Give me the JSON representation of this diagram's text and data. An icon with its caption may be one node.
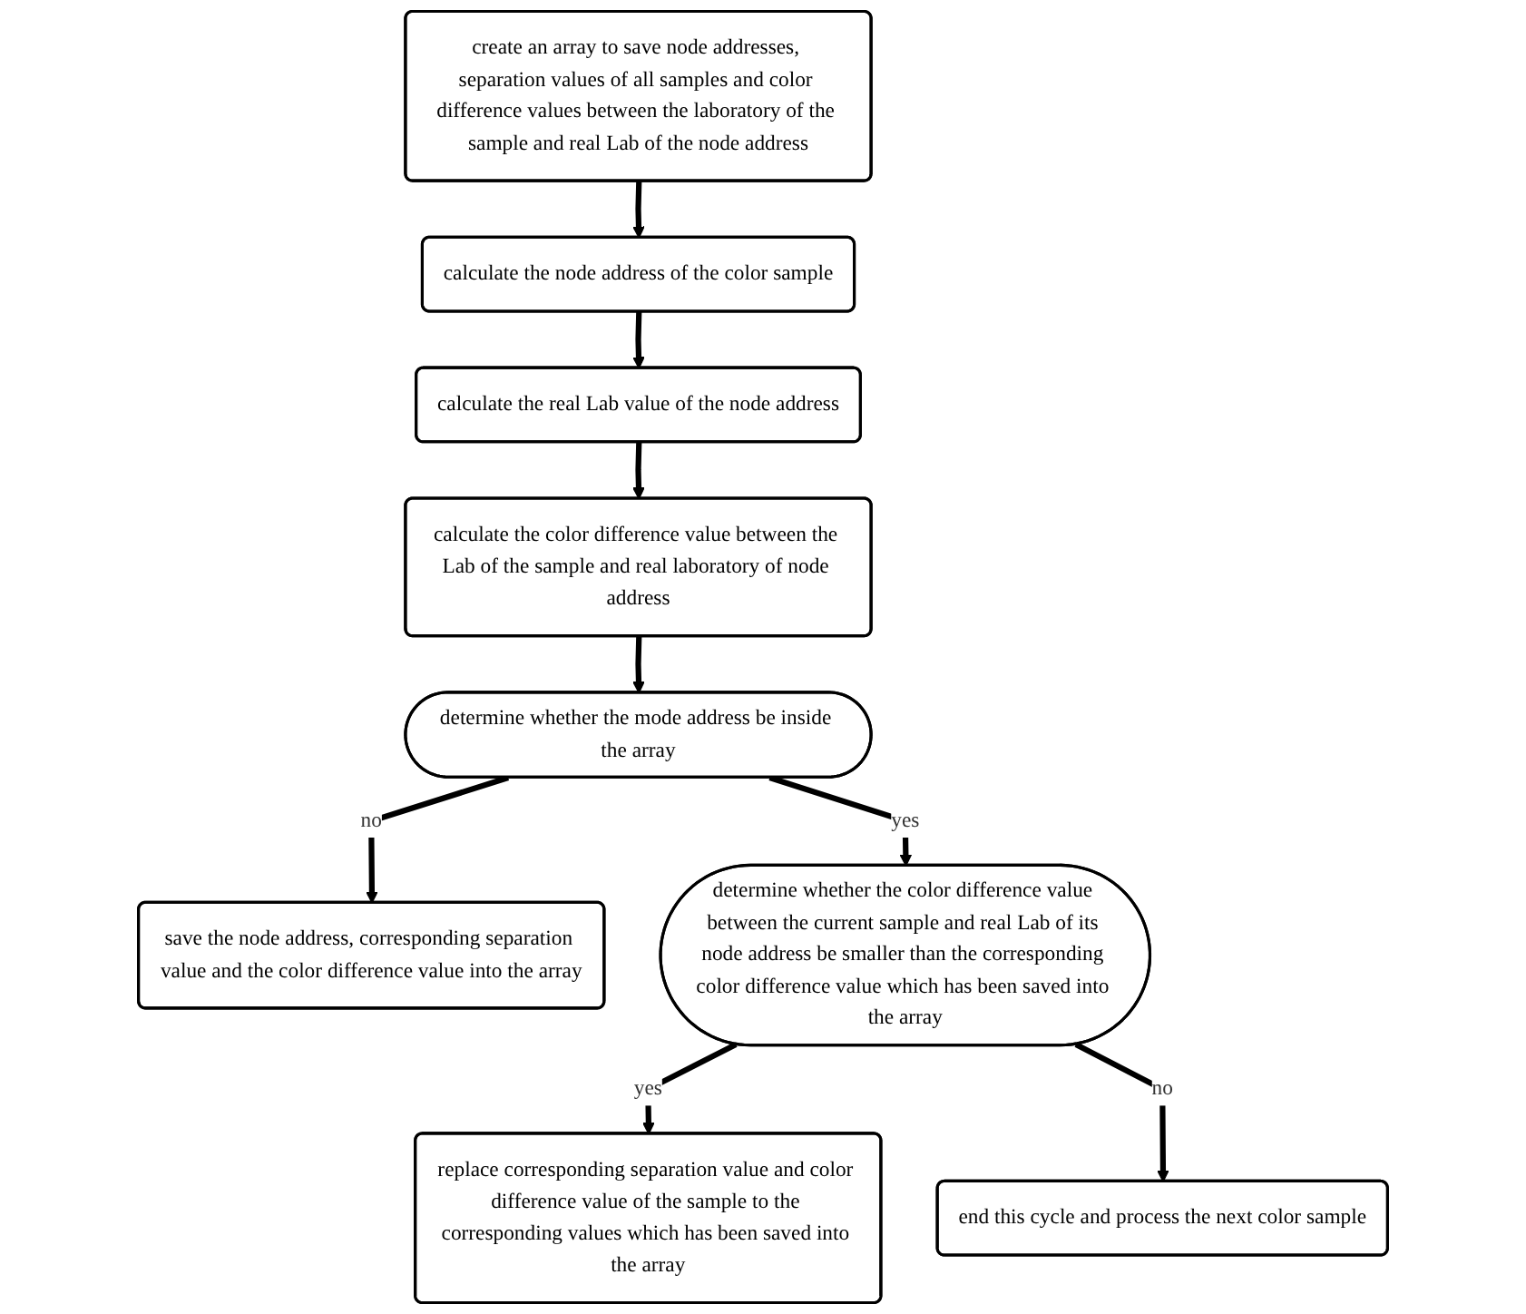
{
  "diagram": {
    "nodes": [
      {
        "text": [
          "create an array to save node addresses, separation values of all samples and color difference values between the laboratory of the sample and real Lab of the node address"
        ]
      },
      {
        "text": [
          "calculate the node address of the color sample"
        ]
      },
      {
        "text": [
          "calculate the real Lab value of the node address"
        ]
      },
      {
        "text": [
          "calculate the color difference value between the Lab of the sample and real laboratory of node address"
        ]
      },
      {
        "text": [
          "determine whether the mode address be inside the array"
        ]
      },
      {
        "text": [
          "save the node address, corresponding separation value and the color difference value into the array"
        ]
      },
      {
        "text": [
          "determine whether the color difference value between the current sample and real Lab of its node address be smaller than the corresponding color difference value which has been saved into the array"
        ]
      },
      {
        "text": [
          "replace corresponding separation value and color difference value of the sample to the corresponding values which has been saved into the array"
        ]
      },
      {
        "text": [
          "end this cycle and process the next color sample"
        ]
      }
    ],
    "edges": [
      {
        "from": 0,
        "to": 1,
        "arrow": "to"
      },
      {
        "from": 1,
        "to": 2,
        "arrow": "to"
      },
      {
        "from": 2,
        "to": 3,
        "arrow": "to"
      },
      {
        "from": 3,
        "to": 4,
        "arrow": "to"
      },
      {
        "from": 4,
        "to": 5,
        "arrow": "to",
        "label": "no"
      },
      {
        "from": 4,
        "to": 6,
        "arrow": "to",
        "label": "yes"
      },
      {
        "from": 6,
        "to": 7,
        "arrow": "to",
        "label": "yes"
      },
      {
        "from": 6,
        "to": 8,
        "arrow": "to",
        "label": "no"
      }
    ]
  }
}
